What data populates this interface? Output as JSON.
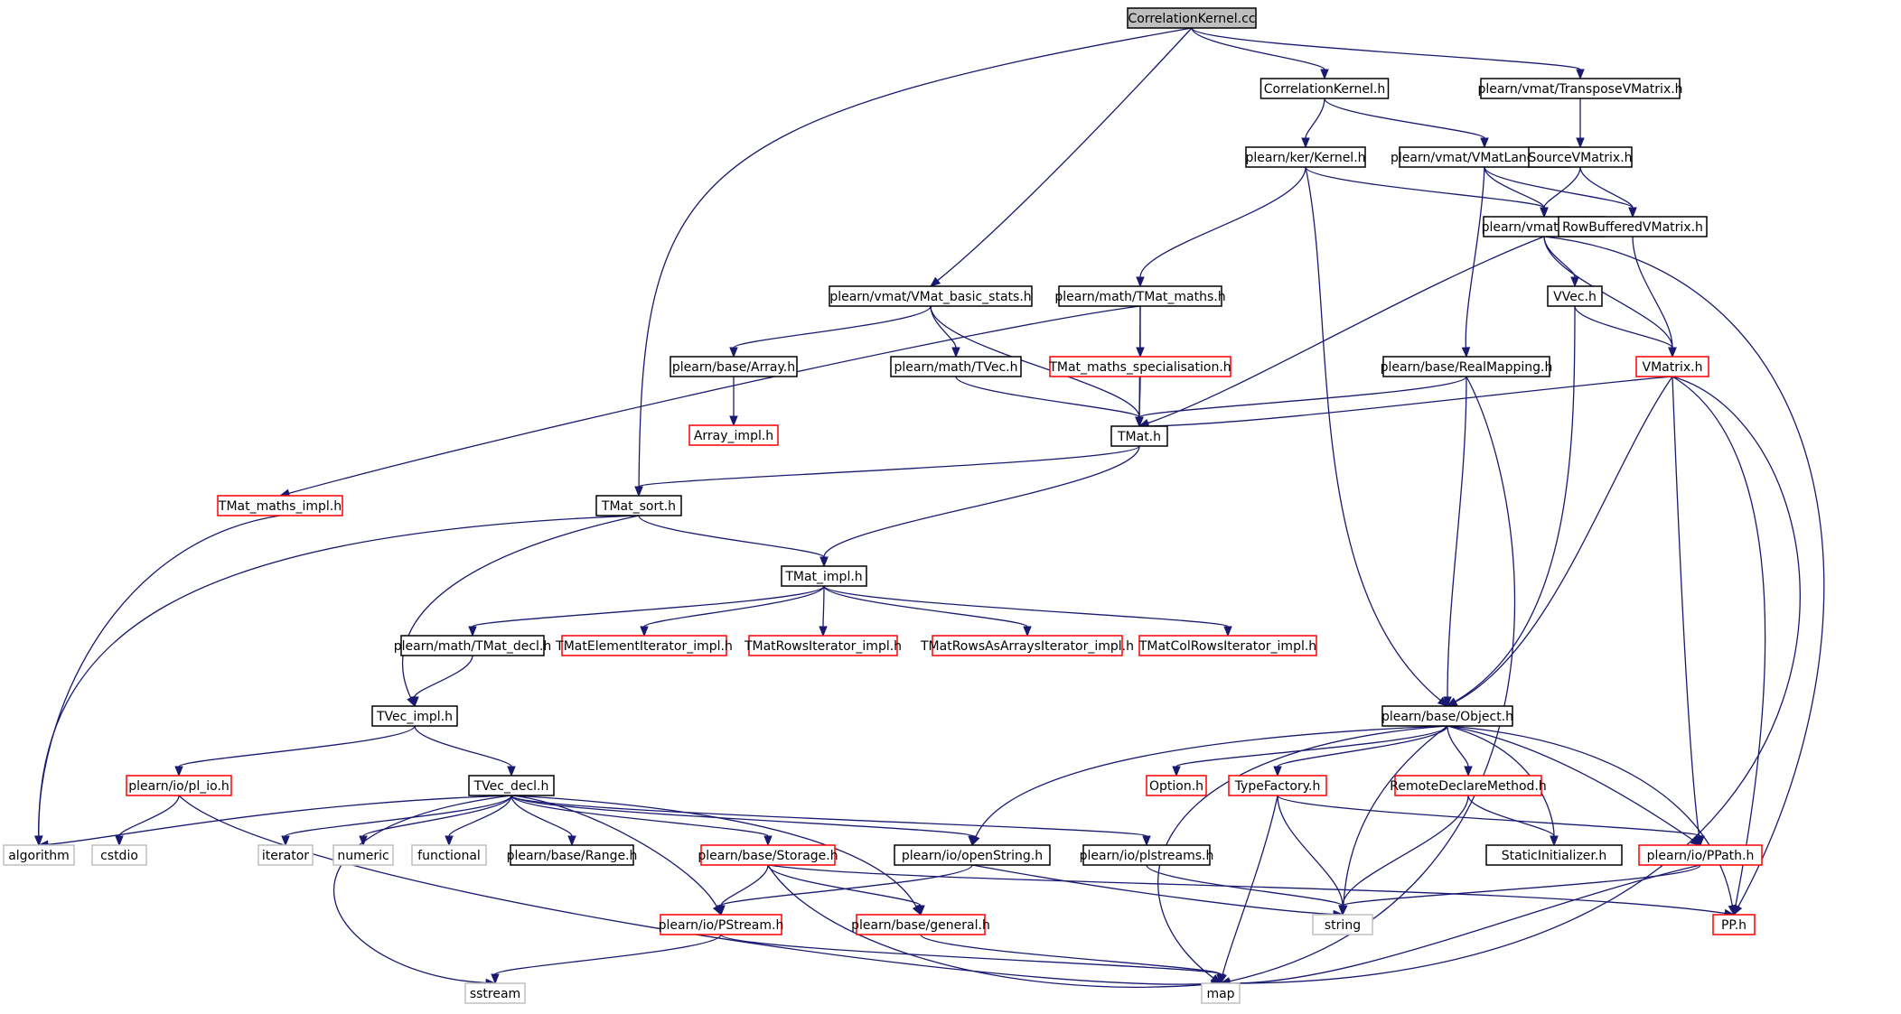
{
  "colors": {
    "edge": "#191970",
    "node_default": "#000000",
    "node_truncated": "#ff0000",
    "node_system": "#bfbfbf",
    "root_fill": "#bfbfbf"
  },
  "nodes": [
    {
      "id": "root",
      "label": "CorrelationKernel.cc",
      "kind": "root"
    },
    {
      "id": "corrh",
      "label": "CorrelationKernel.h",
      "kind": "default"
    },
    {
      "id": "transp",
      "label": "plearn/vmat/TransposeVMatrix.h",
      "kind": "default"
    },
    {
      "id": "kernel",
      "label": "plearn/ker/Kernel.h",
      "kind": "default"
    },
    {
      "id": "vmatlang",
      "label": "plearn/vmat/VMatLanguage.h",
      "kind": "default"
    },
    {
      "id": "sourcev",
      "label": "SourceVMatrix.h",
      "kind": "default"
    },
    {
      "id": "vmat",
      "label": "plearn/vmat/VMat.h",
      "kind": "default"
    },
    {
      "id": "rowbuf",
      "label": "RowBufferedVMatrix.h",
      "kind": "default"
    },
    {
      "id": "basicstats",
      "label": "plearn/vmat/VMat_basic_stats.h",
      "kind": "default"
    },
    {
      "id": "tmatmaths",
      "label": "plearn/math/TMat_maths.h",
      "kind": "default"
    },
    {
      "id": "vvec",
      "label": "VVec.h",
      "kind": "default"
    },
    {
      "id": "array",
      "label": "plearn/base/Array.h",
      "kind": "default"
    },
    {
      "id": "tvech",
      "label": "plearn/math/TVec.h",
      "kind": "default"
    },
    {
      "id": "tmatspec",
      "label": "TMat_maths_specialisation.h",
      "kind": "truncated"
    },
    {
      "id": "realmap",
      "label": "plearn/base/RealMapping.h",
      "kind": "default"
    },
    {
      "id": "vmatrix",
      "label": "VMatrix.h",
      "kind": "truncated"
    },
    {
      "id": "arrayimpl",
      "label": "Array_impl.h",
      "kind": "truncated"
    },
    {
      "id": "tmath",
      "label": "TMat.h",
      "kind": "default"
    },
    {
      "id": "tmatmathsimpl",
      "label": "TMat_maths_impl.h",
      "kind": "truncated"
    },
    {
      "id": "tmatsort",
      "label": "TMat_sort.h",
      "kind": "default"
    },
    {
      "id": "tmatimpl",
      "label": "TMat_impl.h",
      "kind": "default"
    },
    {
      "id": "tmatdecl",
      "label": "plearn/math/TMat_decl.h",
      "kind": "default"
    },
    {
      "id": "tmatelem",
      "label": "TMatElementIterator_impl.h",
      "kind": "truncated"
    },
    {
      "id": "tmatrows",
      "label": "TMatRowsIterator_impl.h",
      "kind": "truncated"
    },
    {
      "id": "tmatrowsarr",
      "label": "TMatRowsAsArraysIterator_impl.h",
      "kind": "truncated"
    },
    {
      "id": "tmatcol",
      "label": "TMatColRowsIterator_impl.h",
      "kind": "truncated"
    },
    {
      "id": "tvecimpl",
      "label": "TVec_impl.h",
      "kind": "default"
    },
    {
      "id": "object",
      "label": "plearn/base/Object.h",
      "kind": "default"
    },
    {
      "id": "plio",
      "label": "plearn/io/pl_io.h",
      "kind": "truncated"
    },
    {
      "id": "tvecdecl",
      "label": "TVec_decl.h",
      "kind": "default"
    },
    {
      "id": "option",
      "label": "Option.h",
      "kind": "truncated"
    },
    {
      "id": "typefact",
      "label": "TypeFactory.h",
      "kind": "truncated"
    },
    {
      "id": "remote",
      "label": "RemoteDeclareMethod.h",
      "kind": "truncated"
    },
    {
      "id": "algorithm",
      "label": "algorithm",
      "kind": "system"
    },
    {
      "id": "cstdio",
      "label": "cstdio",
      "kind": "system"
    },
    {
      "id": "iterator",
      "label": "iterator",
      "kind": "system"
    },
    {
      "id": "numeric",
      "label": "numeric",
      "kind": "system"
    },
    {
      "id": "functional",
      "label": "functional",
      "kind": "system"
    },
    {
      "id": "range",
      "label": "plearn/base/Range.h",
      "kind": "default"
    },
    {
      "id": "storage",
      "label": "plearn/base/Storage.h",
      "kind": "truncated"
    },
    {
      "id": "openstr",
      "label": "plearn/io/openString.h",
      "kind": "default"
    },
    {
      "id": "plstreams",
      "label": "plearn/io/plstreams.h",
      "kind": "default"
    },
    {
      "id": "staticinit",
      "label": "StaticInitializer.h",
      "kind": "default"
    },
    {
      "id": "ppath",
      "label": "plearn/io/PPath.h",
      "kind": "truncated"
    },
    {
      "id": "pstream",
      "label": "plearn/io/PStream.h",
      "kind": "truncated"
    },
    {
      "id": "general",
      "label": "plearn/base/general.h",
      "kind": "truncated"
    },
    {
      "id": "string",
      "label": "string",
      "kind": "system"
    },
    {
      "id": "pph",
      "label": "PP.h",
      "kind": "truncated"
    },
    {
      "id": "sstream",
      "label": "sstream",
      "kind": "system"
    },
    {
      "id": "map",
      "label": "map",
      "kind": "system"
    }
  ],
  "edges": [
    [
      "root",
      "corrh"
    ],
    [
      "root",
      "transp"
    ],
    [
      "root",
      "basicstats"
    ],
    [
      "root",
      "tmatsort"
    ],
    [
      "corrh",
      "kernel"
    ],
    [
      "corrh",
      "vmatlang"
    ],
    [
      "transp",
      "sourcev"
    ],
    [
      "sourcev",
      "vmat"
    ],
    [
      "sourcev",
      "rowbuf"
    ],
    [
      "kernel",
      "vmat"
    ],
    [
      "kernel",
      "tmatmaths"
    ],
    [
      "kernel",
      "object"
    ],
    [
      "vmatlang",
      "vmat"
    ],
    [
      "vmatlang",
      "rowbuf"
    ],
    [
      "vmatlang",
      "realmap"
    ],
    [
      "rowbuf",
      "vmatrix"
    ],
    [
      "vmat",
      "vvec"
    ],
    [
      "vmat",
      "vmatrix"
    ],
    [
      "vmat",
      "tmath"
    ],
    [
      "vmat",
      "pph"
    ],
    [
      "vvec",
      "vmatrix"
    ],
    [
      "vvec",
      "object"
    ],
    [
      "vmatrix",
      "tmath"
    ],
    [
      "vmatrix",
      "object"
    ],
    [
      "vmatrix",
      "ppath"
    ],
    [
      "vmatrix",
      "pph"
    ],
    [
      "vmatrix",
      "map"
    ],
    [
      "basicstats",
      "array"
    ],
    [
      "basicstats",
      "tvech"
    ],
    [
      "basicstats",
      "tmath"
    ],
    [
      "tmatmaths",
      "tmatspec"
    ],
    [
      "tmatmaths",
      "tmath"
    ],
    [
      "tmatmaths",
      "tmatmathsimpl"
    ],
    [
      "tmatspec",
      "tmath"
    ],
    [
      "array",
      "arrayimpl"
    ],
    [
      "tvech",
      "tmath"
    ],
    [
      "realmap",
      "tmath"
    ],
    [
      "realmap",
      "object"
    ],
    [
      "realmap",
      "map"
    ],
    [
      "tmath",
      "tmatsort"
    ],
    [
      "tmath",
      "tmatimpl"
    ],
    [
      "tmatmathsimpl",
      "algorithm"
    ],
    [
      "tmatsort",
      "tmatimpl"
    ],
    [
      "tmatsort",
      "tvecimpl"
    ],
    [
      "tmatsort",
      "algorithm"
    ],
    [
      "tmatimpl",
      "tmatdecl"
    ],
    [
      "tmatimpl",
      "tmatelem"
    ],
    [
      "tmatimpl",
      "tmatrows"
    ],
    [
      "tmatimpl",
      "tmatrowsarr"
    ],
    [
      "tmatimpl",
      "tmatcol"
    ],
    [
      "tmatdecl",
      "tvecimpl"
    ],
    [
      "tvecimpl",
      "plio"
    ],
    [
      "tvecimpl",
      "tvecdecl"
    ],
    [
      "plio",
      "cstdio"
    ],
    [
      "plio",
      "map"
    ],
    [
      "tvecdecl",
      "algorithm"
    ],
    [
      "tvecdecl",
      "iterator"
    ],
    [
      "tvecdecl",
      "numeric"
    ],
    [
      "tvecdecl",
      "functional"
    ],
    [
      "tvecdecl",
      "range"
    ],
    [
      "tvecdecl",
      "storage"
    ],
    [
      "tvecdecl",
      "openstr"
    ],
    [
      "tvecdecl",
      "plstreams"
    ],
    [
      "tvecdecl",
      "pstream"
    ],
    [
      "tvecdecl",
      "general"
    ],
    [
      "tvecdecl",
      "sstream"
    ],
    [
      "storage",
      "pstream"
    ],
    [
      "storage",
      "general"
    ],
    [
      "storage",
      "pph"
    ],
    [
      "storage",
      "map"
    ],
    [
      "openstr",
      "pstream"
    ],
    [
      "openstr",
      "string"
    ],
    [
      "plstreams",
      "string"
    ],
    [
      "pstream",
      "map"
    ],
    [
      "pstream",
      "sstream"
    ],
    [
      "general",
      "map"
    ],
    [
      "object",
      "option"
    ],
    [
      "object",
      "typefact"
    ],
    [
      "object",
      "remote"
    ],
    [
      "object",
      "staticinit"
    ],
    [
      "object",
      "ppath"
    ],
    [
      "object",
      "pph"
    ],
    [
      "object",
      "openstr"
    ],
    [
      "object",
      "string"
    ],
    [
      "object",
      "map"
    ],
    [
      "typefact",
      "ppath"
    ],
    [
      "typefact",
      "string"
    ],
    [
      "typefact",
      "map"
    ],
    [
      "remote",
      "staticinit"
    ],
    [
      "remote",
      "string"
    ],
    [
      "ppath",
      "string"
    ],
    [
      "ppath",
      "map"
    ]
  ]
}
